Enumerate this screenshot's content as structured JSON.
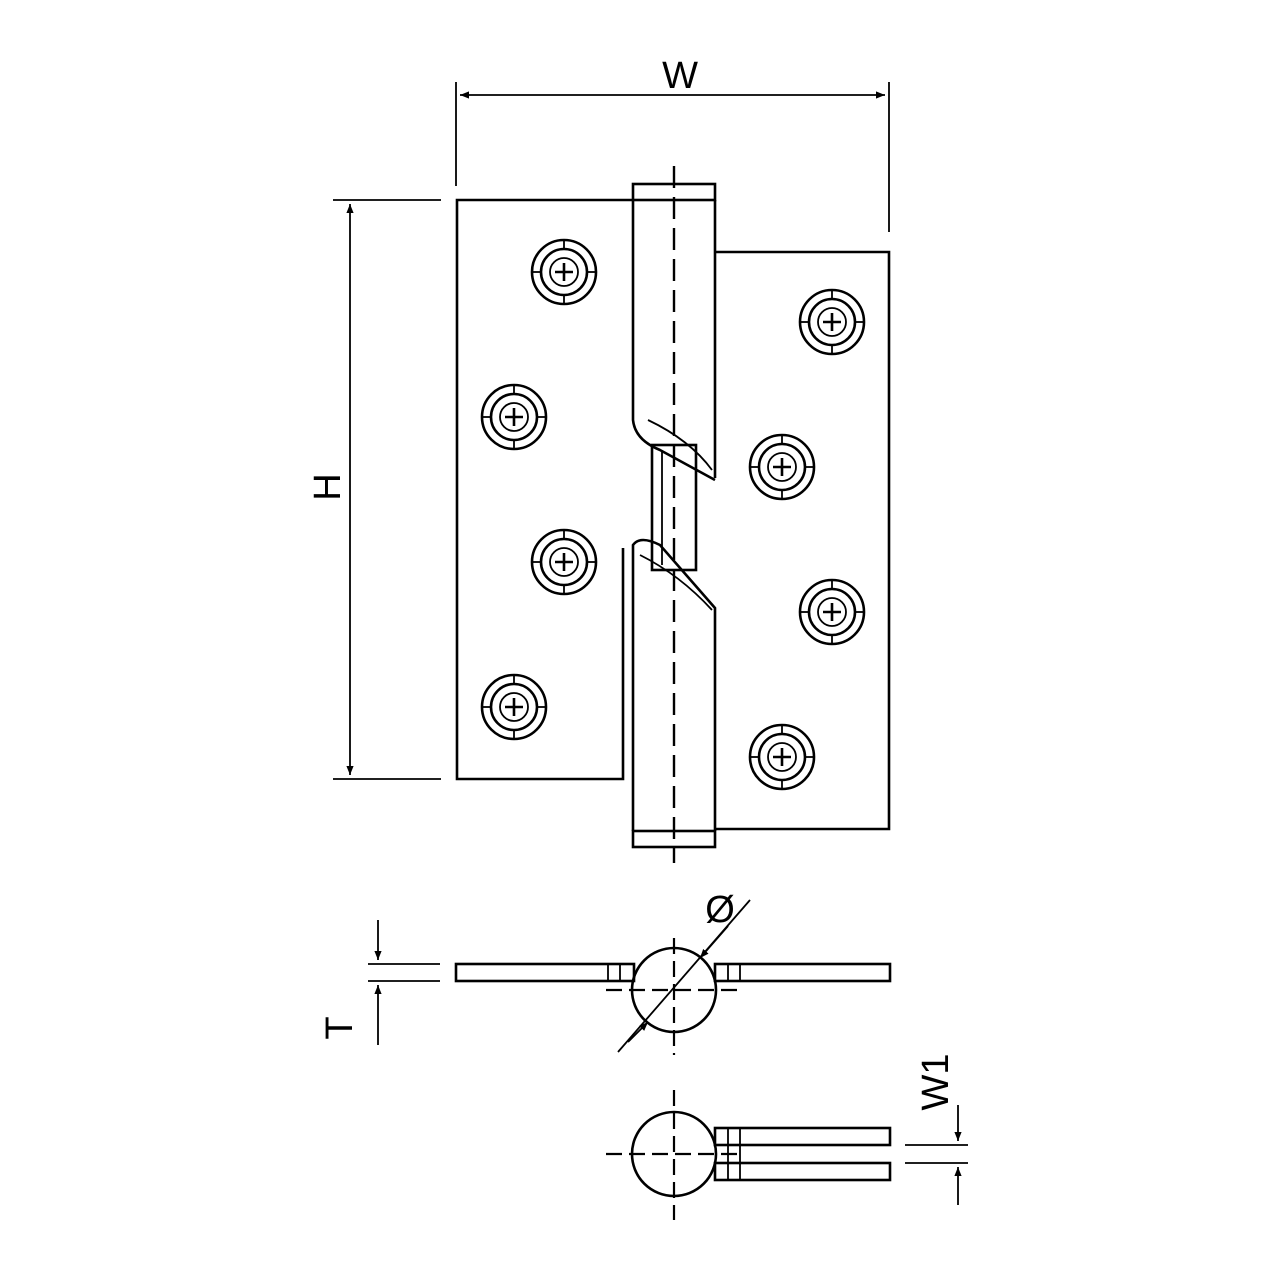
{
  "dimensions": {
    "width_label": "W",
    "height_label": "H",
    "thickness_label": "T",
    "diameter_label": "Ø",
    "knuckle_gap_label": "W1"
  },
  "hinge": {
    "left_leaf_screw_holes": 4,
    "right_leaf_screw_holes": 4,
    "type": "rising butt hinge"
  },
  "colors": {
    "stroke": "#000000",
    "background": "#ffffff"
  }
}
